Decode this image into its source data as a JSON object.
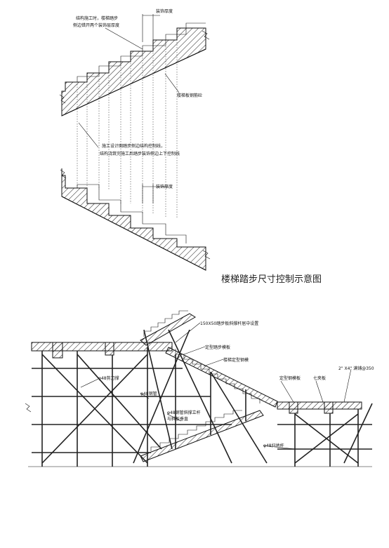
{
  "top_diagram": {
    "label_finish_thickness_top": "装饰厚度",
    "label_struct_note_line1": "结构施工时，楼梯踏步",
    "label_struct_note_line2": "侧边错开两个装饰层厚度",
    "label_slab_rebar": "楼梯板钢筋砼",
    "label_control_line1": "施工设计图踏步侧边结构控制线，",
    "label_control_line2": "结构浇筑完施工后踏步装饰侧边上下控制线",
    "label_finish_thickness_bottom": "装饰厚度",
    "caption": "楼梯踏步尺寸控制示意图"
  },
  "bottom_diagram": {
    "label_150x50": "150X50踏步板斜撑杆居中设置",
    "label_stair_template": "定型踏步模板",
    "label_stair_steel_form": "楼梯定型钢模",
    "label_fixed_steel_plate": "定型钢模板",
    "label_plywood": "七夹板",
    "label_timber": "2\" X4\" 满铺@350",
    "label_cross_brace": "φ48剪刀撑",
    "label_pole": "φ48钢管",
    "label_support_line1": "φ48钢管斜撑立杆",
    "label_support_line2": "与斜板垂直",
    "label_sweep": "φ48扫地杆"
  }
}
